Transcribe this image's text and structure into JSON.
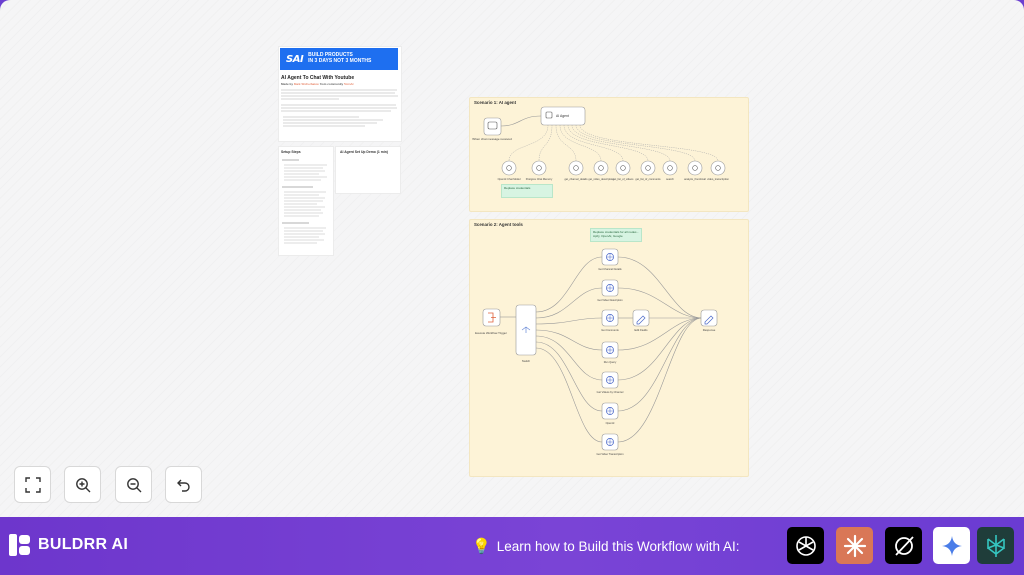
{
  "doc": {
    "banner_logo": "SAI",
    "banner_lines": [
      "BUILD PRODUCTS",
      "IN 3 DAYS NOT 3 MONTHS"
    ],
    "title": "AI Agent To Chat With Youtube",
    "subtitle_prefix": "Made by",
    "subtitle_link": "Mark Shcherbakov",
    "subtitle_middle": "from community",
    "subtitle_link2": "5minAI",
    "setup_heading": "Setup Steps",
    "workflow_heading": "AI Agent Set Up Demo (1 min)"
  },
  "scenario1": {
    "title": "Scenario 1: AI agent",
    "note": "Replace credentials",
    "trigger_label": "When chat message received",
    "agent_label": "AI Agent",
    "tools": [
      "OpenAI Chat Model",
      "Postgres Chat Memory",
      "get_channel_details",
      "get_video_description",
      "get_list_of_videos",
      "get_list_of_comments",
      "search",
      "analyze_thumbnail",
      "video_transcription"
    ]
  },
  "scenario2": {
    "title": "Scenario 2: Agent tools",
    "note": "Replace credentials for all nodes - Apify, OpenAI, Google",
    "trigger_label": "Execute Workflow Trigger",
    "switch_label": "Switch",
    "http_nodes": [
      "Get Channel Details",
      "Get Video Description",
      "Get Comments",
      "Run Query",
      "Get Videos by Channel",
      "OpenAI",
      "Get Video Transcription"
    ],
    "edit_label": "Edit Fields",
    "response_label": "Response"
  },
  "controls": {
    "fit_icon": "fit-view-icon",
    "zoom_in_icon": "zoom-in-icon",
    "zoom_out_icon": "zoom-out-icon",
    "undo_icon": "undo-icon"
  },
  "footer": {
    "brand_name": "BULDRR AI",
    "cta": "Learn how to Build this Workflow with AI:",
    "ai_apps": [
      {
        "name": "chatgpt-icon",
        "bg": "#000000"
      },
      {
        "name": "claude-icon",
        "bg": "#d97757"
      },
      {
        "name": "grok-icon",
        "bg": "#000000"
      },
      {
        "name": "gemini-icon",
        "bg": "#ffffff"
      },
      {
        "name": "perplexity-icon",
        "bg": "#1f3d3a"
      }
    ]
  }
}
